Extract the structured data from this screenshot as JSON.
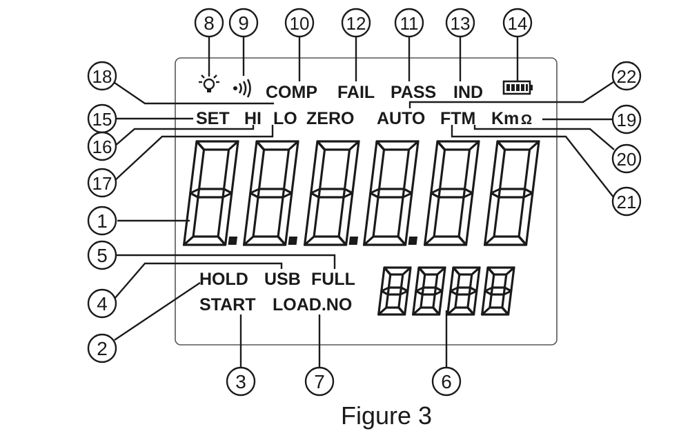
{
  "lcd": {
    "indicators": {
      "comp": "COMP",
      "fail": "FAIL",
      "pass": "PASS",
      "ind": "IND",
      "set": "SET",
      "hi": "HI",
      "lo": "LO",
      "zero": "ZERO",
      "auto": "AUTO",
      "ftm": "FTM",
      "km": "Km",
      "ohm": "Ω",
      "hold": "HOLD",
      "usb": "USB",
      "full": "FULL",
      "start": "START",
      "load_no": "LOAD.NO"
    },
    "main_digits": [
      "8",
      "8",
      "8",
      "8",
      "8",
      "8"
    ],
    "sub_digits": [
      "8",
      "8",
      "8",
      "8"
    ]
  },
  "callouts": [
    "1",
    "2",
    "3",
    "4",
    "5",
    "6",
    "7",
    "8",
    "9",
    "10",
    "11",
    "12",
    "13",
    "14",
    "15",
    "16",
    "17",
    "18",
    "19",
    "20",
    "21",
    "22"
  ],
  "caption": "Figure 3"
}
